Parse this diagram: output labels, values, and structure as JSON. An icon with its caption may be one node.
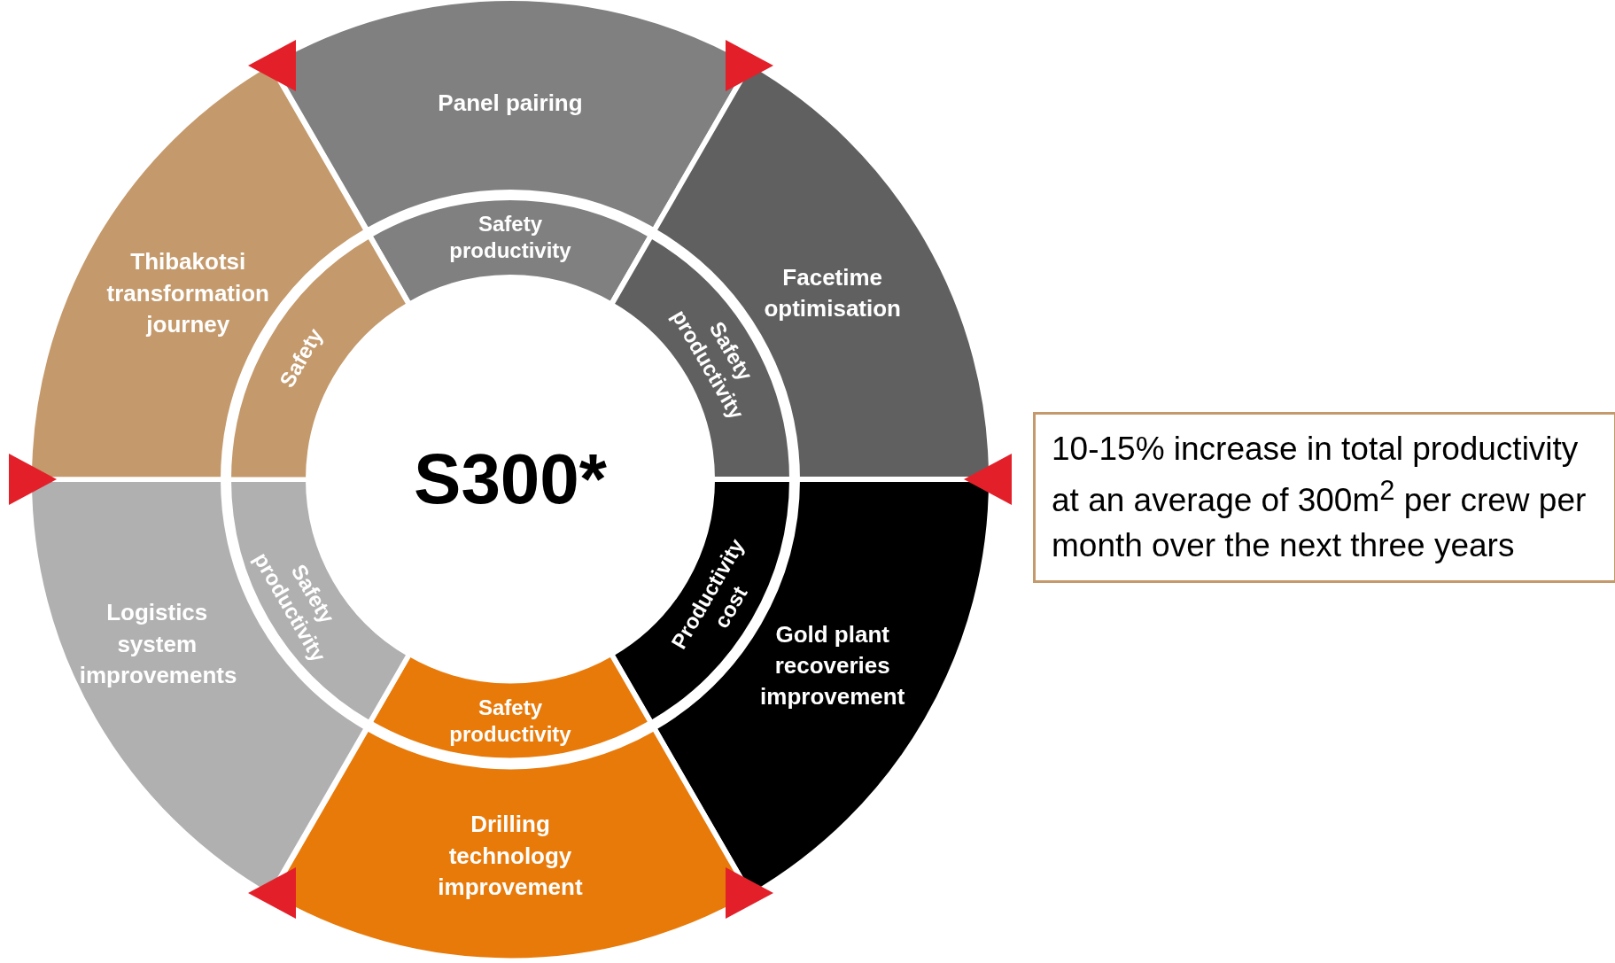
{
  "diagram": {
    "nodes": [
      {
        "text": [
          "S300*"
        ]
      },
      {
        "text": [
          "Panel pairing"
        ]
      },
      {
        "text": [
          "Safety productivity"
        ]
      },
      {
        "text": [
          "Facetime optimisation"
        ]
      },
      {
        "text": [
          "Safety productivity"
        ]
      },
      {
        "text": [
          "Gold plant recoveries improvement"
        ]
      },
      {
        "text": [
          "Productivity cost"
        ]
      },
      {
        "text": [
          "Drilling technology improvement"
        ]
      },
      {
        "text": [
          "Safety productivity"
        ]
      },
      {
        "text": [
          "Logistics system improvements"
        ]
      },
      {
        "text": [
          "Safety productivity"
        ]
      },
      {
        "text": [
          "Thibakotsi transformation journey"
        ]
      },
      {
        "text": [
          "Safety"
        ]
      },
      {
        "text": [
          "10-15% increase in total productivity at an average of 300m$^{2}$ per crew per month over the next three years"
        ]
      }
    ],
    "edges": []
  }
}
